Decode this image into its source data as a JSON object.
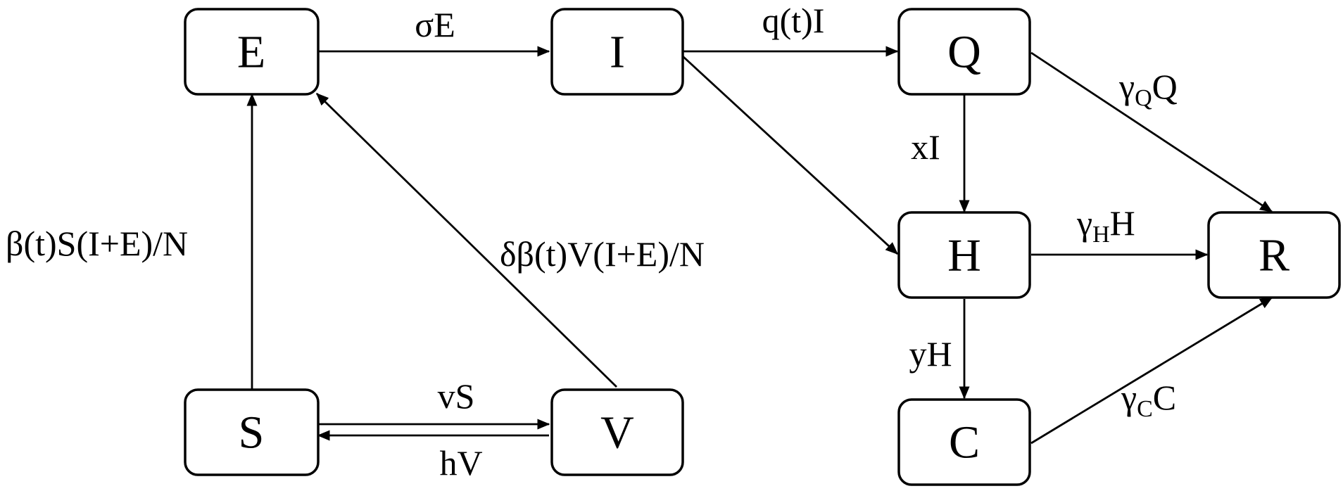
{
  "nodes": {
    "E": "E",
    "I": "I",
    "Q": "Q",
    "S": "S",
    "V": "V",
    "H": "H",
    "R": "R",
    "C": "C"
  },
  "edges": {
    "E_to_I": "σE",
    "I_to_Q": "q(t)I",
    "Q_to_R": {
      "main": "γ",
      "sub": "Q",
      "tail": "Q"
    },
    "Q_to_H": "xI",
    "S_to_E": "β(t)S(I+E)/N",
    "V_to_E": "δβ(t)V(I+E)/N",
    "H_to_R": {
      "main": "γ",
      "sub": "H",
      "tail": "H"
    },
    "H_to_C": "yH",
    "C_to_R": {
      "main": "γ",
      "sub": "C",
      "tail": "C"
    },
    "S_to_V": "vS",
    "V_to_S": "hV"
  },
  "colors": {
    "stroke": "#000000",
    "background": "#ffffff"
  }
}
